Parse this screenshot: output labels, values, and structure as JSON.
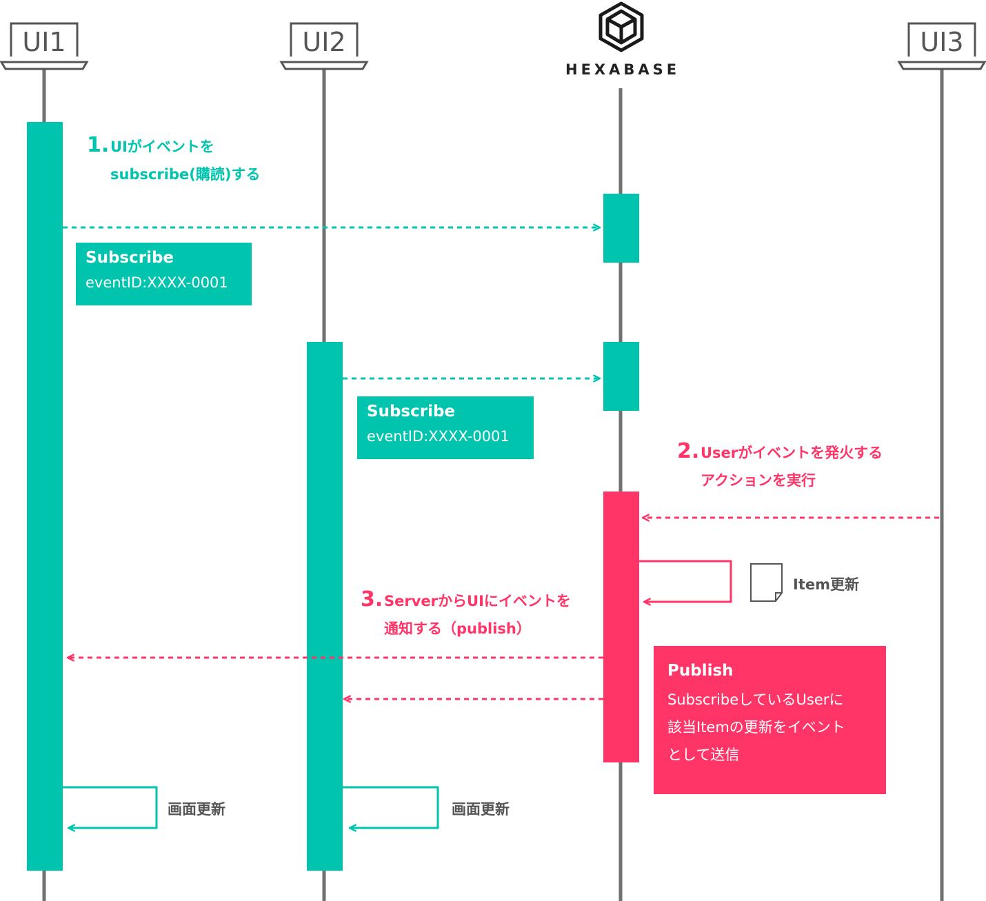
{
  "participants": {
    "ui1": {
      "label": "UI1"
    },
    "ui2": {
      "label": "UI2"
    },
    "server": {
      "label": "HEXABASE",
      "icon": "hexagon-logo-icon"
    },
    "ui3": {
      "label": "UI3"
    }
  },
  "steps": {
    "step1": {
      "number": "1.",
      "line1": "UIがイベントを",
      "line2": "subscribe(購読)する"
    },
    "step2": {
      "number": "2.",
      "line1": "Userがイベントを発火する",
      "line2": "アクションを実行"
    },
    "step3": {
      "number": "3.",
      "line1": "ServerからUIにイベントを",
      "line2": "通知する（publish）"
    }
  },
  "messages": {
    "subscribe1": {
      "title": "Subscribe",
      "body": "eventID:XXXX-0001"
    },
    "subscribe2": {
      "title": "Subscribe",
      "body": "eventID:XXXX-0001"
    },
    "publish": {
      "title": "Publish",
      "line1": "SubscribeしているUserに",
      "line2": "該当Itemの更新をイベント",
      "line3": "として送信"
    }
  },
  "notes": {
    "item_update": {
      "label": "Item更新",
      "icon": "document-icon"
    },
    "refresh_ui1": {
      "label": "画面更新"
    },
    "refresh_ui2": {
      "label": "画面更新"
    }
  },
  "colors": {
    "teal": "#00c4ad",
    "pink": "#ff3467",
    "lifeline": "#707070",
    "text": "#555555"
  }
}
